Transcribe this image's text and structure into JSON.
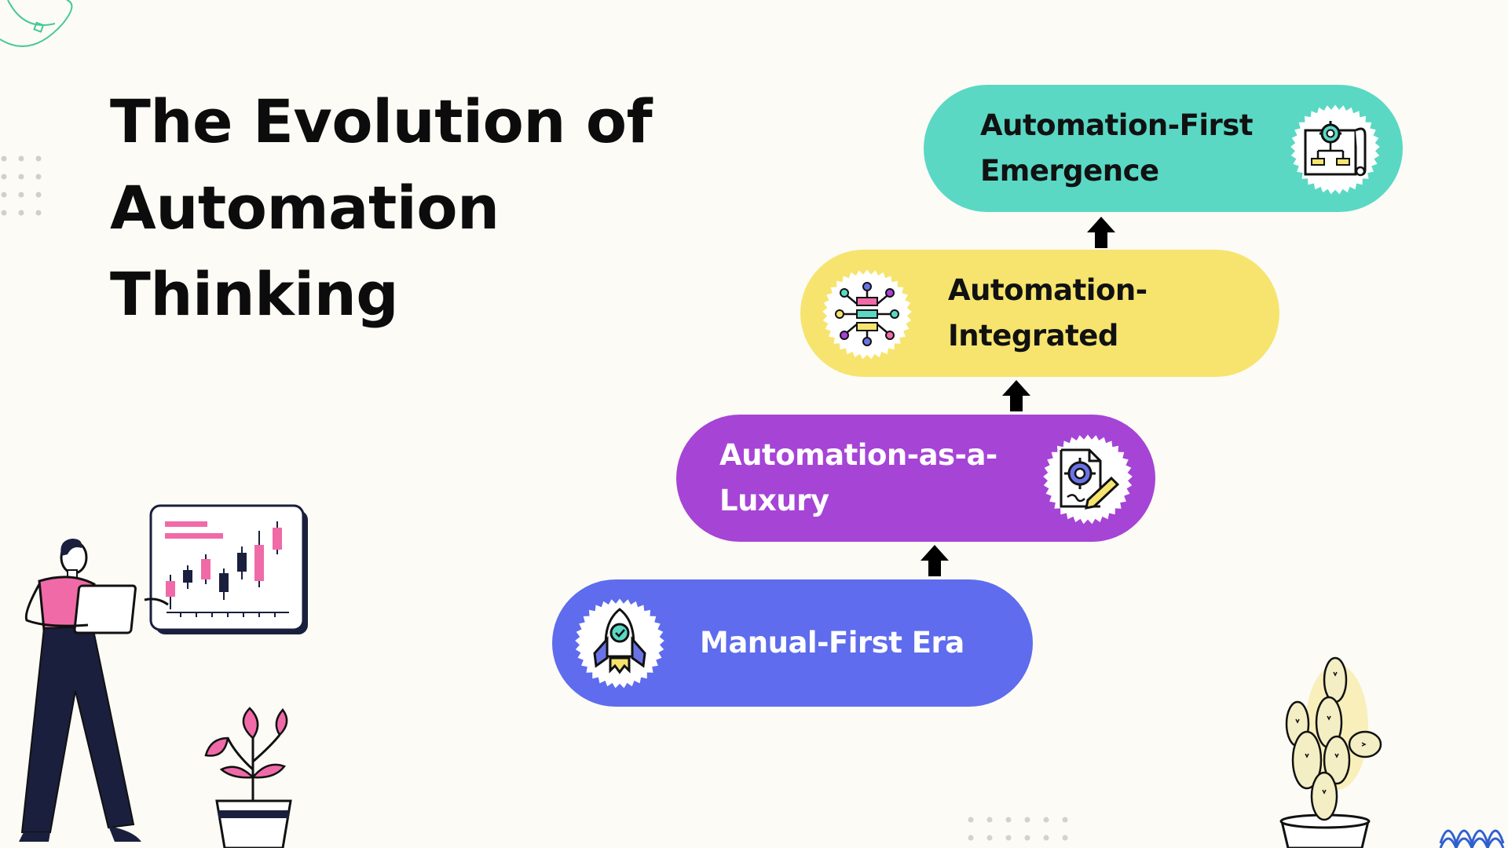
{
  "title": {
    "lines": [
      "The Evolution of",
      "Automation",
      "Thinking"
    ]
  },
  "stages": [
    {
      "id": "manual-first",
      "lines": [
        "Manual-First Era"
      ],
      "color": "#5e6ced",
      "text_color": "#ffffff",
      "icon": "rocket-icon"
    },
    {
      "id": "automation-as-a-luxury",
      "lines": [
        "Automation-as-a-",
        "Luxury"
      ],
      "color": "#a644d6",
      "text_color": "#ffffff",
      "icon": "document-gear-icon"
    },
    {
      "id": "automation-integrated",
      "lines": [
        "Automation-",
        "Integrated"
      ],
      "color": "#f6e46e",
      "text_color": "#111111",
      "icon": "network-flow-icon"
    },
    {
      "id": "automation-first",
      "lines": [
        "Automation-First",
        "Emergence"
      ],
      "color": "#5ad8c4",
      "text_color": "#111111",
      "icon": "blueprint-gear-icon"
    }
  ],
  "arrow_icon": "arrow-up-icon",
  "colors": {
    "background": "#fcfbf6",
    "accent_pink": "#f06aa8",
    "navy": "#1a1f3d"
  }
}
